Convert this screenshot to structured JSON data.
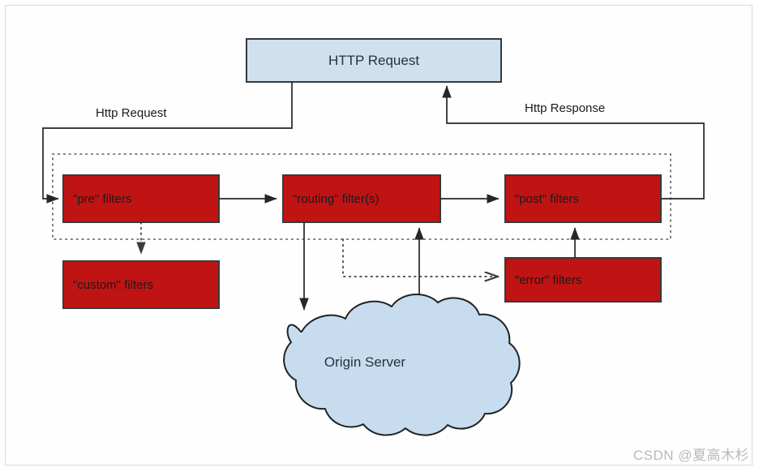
{
  "diagram": {
    "title_node": {
      "label": "HTTP Request"
    },
    "edge_labels": {
      "request": "Http Request",
      "response": "Http Response"
    },
    "filters": {
      "pre": "\"pre\" filters",
      "routing": "\"routing\" filter(s)",
      "post": "\"post\" filters",
      "custom": "\"custom\" filters",
      "error": "\"error\" filters"
    },
    "origin": {
      "label": "Origin Server"
    },
    "colors": {
      "filter_fill": "#c01313",
      "filter_stroke": "#3a3a3a",
      "http_box_fill": "#cfe0ef",
      "http_box_stroke": "#36393d",
      "cloud_fill": "#c7dcee",
      "cloud_stroke": "#1f2326",
      "line": "#262626",
      "dotted": "#555555",
      "page_bg": "#ffffff",
      "frame_border": "#d8d8d8",
      "watermark": "#b9b9b9"
    }
  },
  "watermark": {
    "text": "CSDN @夏高木杉"
  }
}
